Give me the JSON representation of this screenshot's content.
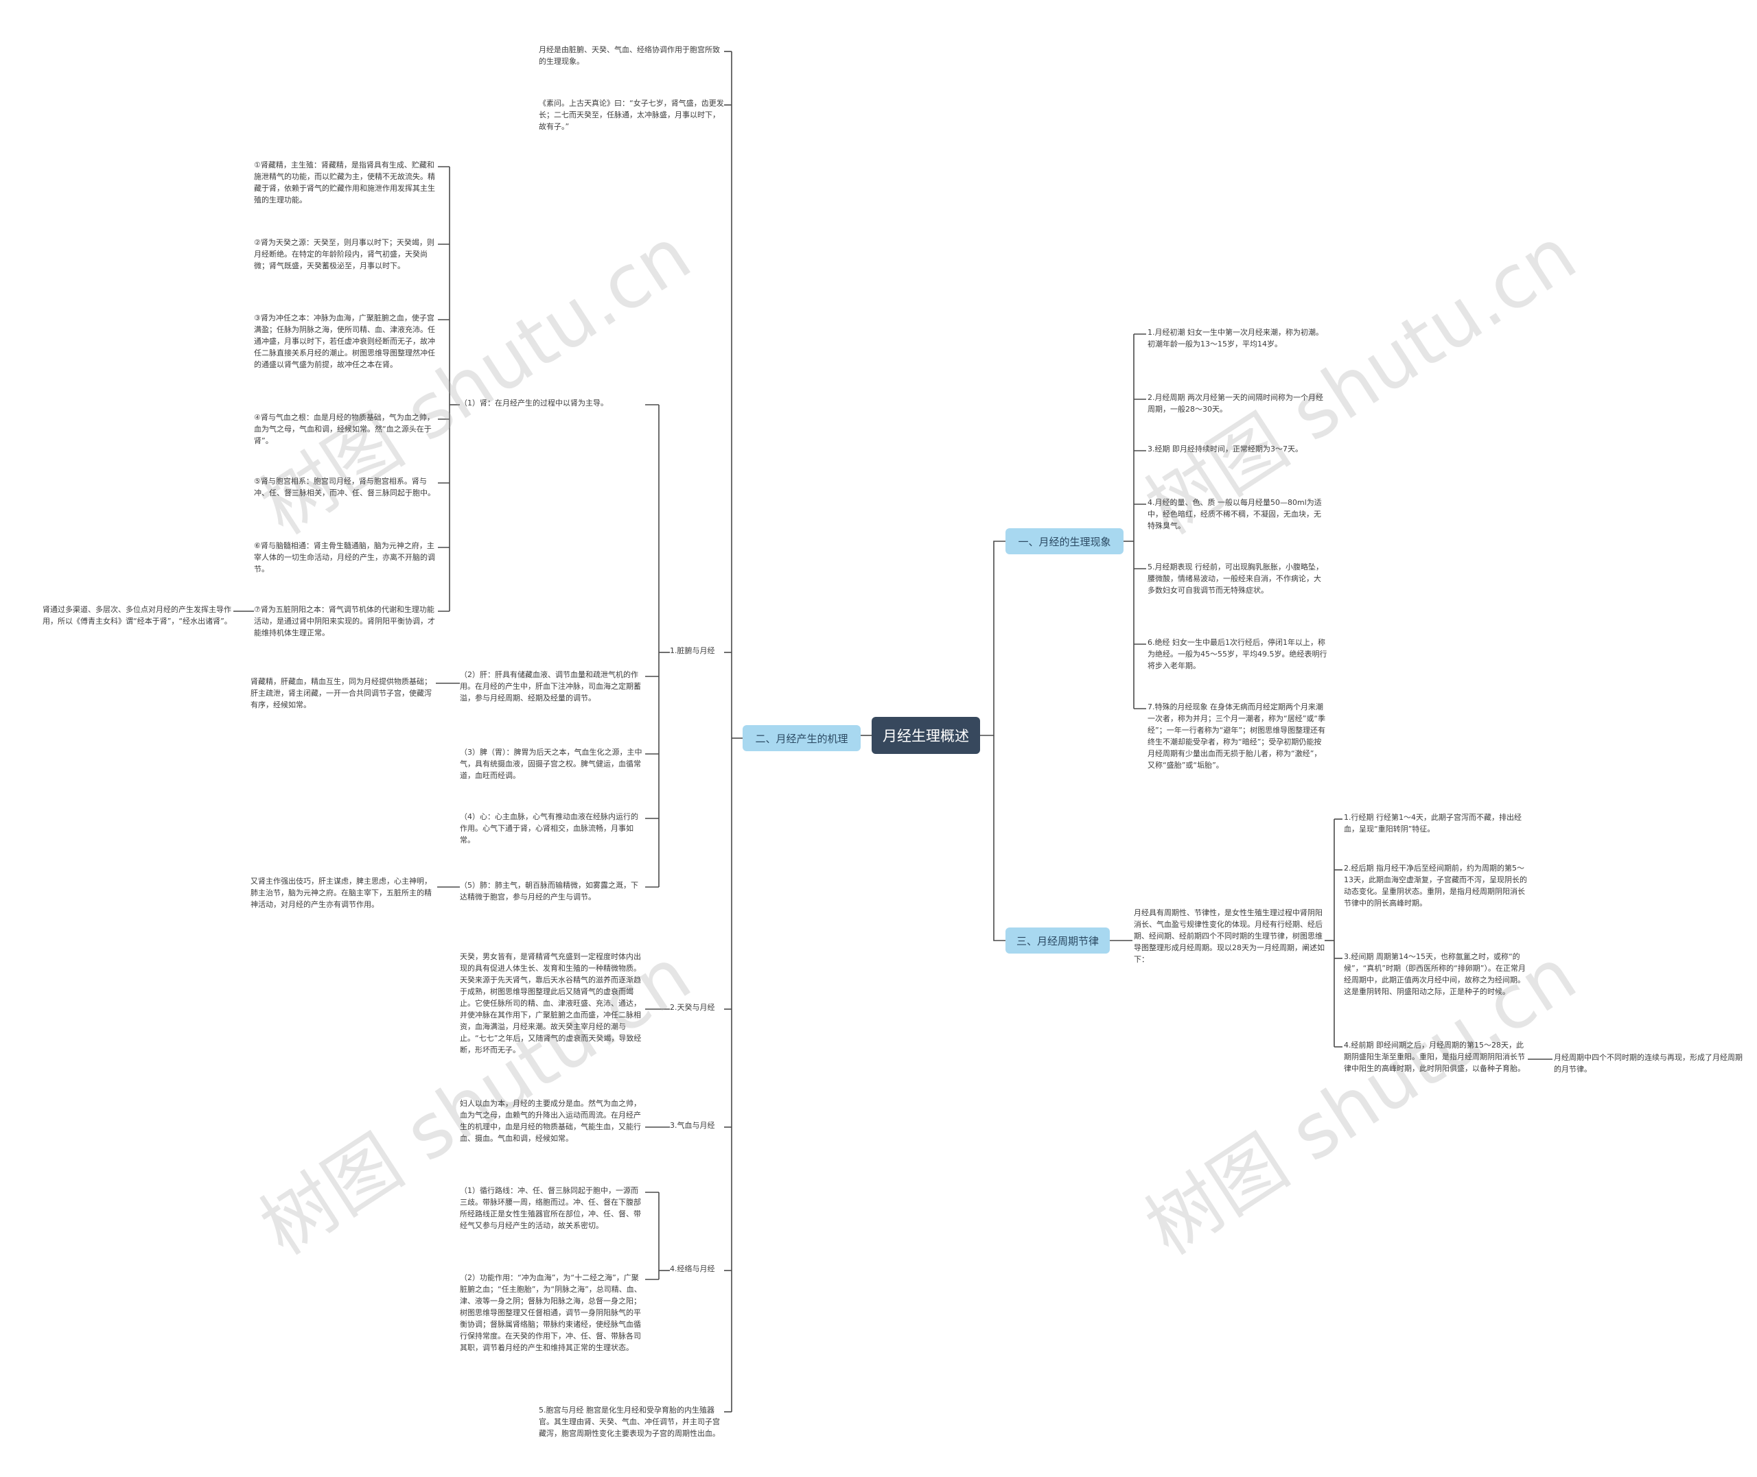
{
  "root": "月经生理概述",
  "branches": {
    "b1": "一、月经的生理现象",
    "b2": "二、月经产生的机理",
    "b3": "三、月经周期节律"
  },
  "b1_items": [
    "1.月经初潮 妇女一生中第一次月经来潮，称为初潮。初潮年龄一般为13～15岁，平均14岁。",
    "2.月经周期 两次月经第一天的间隔时间称为一个月经周期，一般28～30天。",
    "3.经期 即月经持续时间，正常经期为3～7天。",
    "4.月经的量、色、质 一般以每月经量50—80ml为适中，经色暗红，经质不稀不稠，不凝固，无血块，无特殊臭气。",
    "5.月经期表现 行经前，可出现胸乳胀胀，小腹略坠，腰微酸，情绪易波动，一般经来自消，不作病论，大多数妇女可自我调节而无特殊症状。",
    "6.绝经 妇女一生中最后1次行经后，停闭1年以上，称为绝经。一般为45～55岁，平均49.5岁。绝经表明行将步入老年期。",
    "7.特殊的月经现象 在身体无病而月经定期两个月来潮一次者，称为并月；三个月一潮者，称为“居经”或“季经”；一年一行者称为“避年”；树图思维导图整理还有终生不潮却能受孕者，称为“暗经”；受孕初期仍能按月经周期有少量出血而无损于胎儿者，称为“激经”，又称“盛胎”或“垢胎”。"
  ],
  "b3_intro": "月经具有周期性、节律性，是女性生殖生理过程中肾阴阳消长、气血盈亏规律性变化的体现。月经有行经期、经后期、经间期、经前期四个不同时期的生理节律，树图思维导图整理形成月经周期。现以28天为一月经周期，阐述如下：",
  "b3_items": [
    "1.行经期 行经第1～4天，此期子宫泻而不藏，排出经血，呈现“重阳转阴”特征。",
    "2.经后期 指月经干净后至经间期前，约为周期的第5～13天，此期血海空虚渐复，子宫藏而不泻，呈现阴长的动态变化。呈重阴状态。重阴，是指月经周期阴阳消长节律中的阴长高峰时期。",
    "3.经间期 周期第14～15天，也称氤氲之时，或称“的候”，“真机”时期（即西医所称的“排卵期”）。在正常月经周期中，此期正值两次月经中间，故称之为经间期。这是重阴转阳、阴盛阳动之际，正是种子的时候。",
    "4.经前期 即经间期之后，月经周期的第15～28天，此期阴盛阳生渐至重阳。重阳，是指月经周期阴阳消长节律中阳生的高峰时期，此时阴阳俱盛，以备种子育胎。"
  ],
  "b3_item4_note": "月经周期中四个不同时期的连续与再现，形成了月经周期的月节律。",
  "b2_top": [
    "月经是由脏腑、天癸、气血、经络协调作用于胞宫所致的生理现象。",
    "《素问。上古天真论》曰：“女子七岁，肾气盛，齿更发长；二七而天癸至，任脉通，太冲脉盛，月事以时下，故有子。”"
  ],
  "b2_sub": {
    "s1": "1.脏腑与月经",
    "s2": "2.天癸与月经",
    "s3": "3.气血与月经",
    "s4": "4.经络与月经",
    "s5": "5.胞宫与月经 胞宫是化生月经和受孕育胎的内生殖器官。其生理由肾、天癸、气血、冲任调节，并主司子宫藏泻，胞宫周期性变化主要表现为子宫的周期性出血。"
  },
  "zangfu": {
    "kidney": "（1）肾：在月经产生的过程中以肾为主导。",
    "kidney_items": [
      "①肾藏精，主生殖：肾藏精，是指肾具有生成、贮藏和施泄精气的功能，而以贮藏为主，使精不无故流失。精藏于肾，依赖于肾气的贮藏作用和施泄作用发挥其主生殖的生理功能。",
      "②肾为天癸之源：天癸至，则月事以时下；天癸竭，则月经断绝。在特定的年龄阶段内，肾气初盛，天癸尚微；肾气既盛，天癸蓄极泌至，月事以时下。",
      "③肾为冲任之本：冲脉为血海，广聚脏腑之血，使子宫满盈；任脉为阴脉之海，使所司精、血、津液充沛。任通冲盛，月事以时下，若任虚冲衰则经断而无子，故冲任二脉直接关系月经的潮止。树图思维导图整理然冲任的通盛以肾气盛为前提，故冲任之本在肾。",
      "④肾与气血之根：血是月经的物质基础，气为血之帅，血为气之母，气血和调，经候如常。然“血之源头在于肾”。",
      "⑤肾与胞宫相系：胞宫司月经，肾与胞宫相系。肾与冲、任、督三脉相关，而冲、任、督三脉同起于胞中。",
      "⑥肾与脑髓相通：肾主骨生髓通脑，脑为元神之府，主宰人体的一切生命活动，月经的产生，亦离不开脑的调节。",
      "⑦肾为五脏阴阳之本：肾气调节机体的代谢和生理功能活动，是通过肾中阴阳来实现的。肾阴阳平衡协调，才能维持机体生理正常。"
    ],
    "kidney_note": "肾通过多渠道、多层次、多位点对月经的产生发挥主导作用，所以《傅青主女科》谓“经本于肾”，“经水出诸肾”。",
    "liver": "（2）肝：肝具有储藏血液、调节血量和疏泄气机的作用。在月经的产生中，肝血下注冲脉，司血海之定期蓄溢，参与月经周期、经期及经量的调节。",
    "liver_note": "肾藏精，肝藏血，精血互生，同为月经提供物质基础；肝主疏泄，肾主闭藏，一开一合共同调节子宫，使藏泻有序，经候如常。",
    "spleen": "（3）脾（胃）：脾胃为后天之本，气血生化之源，主中气，具有统摄血液，固摄子宫之权。脾气健运，血循常道，血旺而经调。",
    "heart": "（4）心：心主血脉，心气有推动血液在经脉内运行的作用。心气下通于肾，心肾相交，血脉流畅，月事如常。",
    "lung": "（5）肺：肺主气，朝百脉而输精微，如雾露之溉，下达精微于胞宫，参与月经的产生与调节。",
    "lung_note": "又肾主作强出伎巧，肝主谋虑，脾主思虑，心主神明，肺主治节，脑为元神之府。在脑主宰下，五脏所主的精神活动，对月经的产生亦有调节作用。"
  },
  "tiangui": "天癸，男女皆有，是肾精肾气充盛到一定程度时体内出现的具有促进人体生长、发育和生殖的一种精微物质。天癸来源于先天肾气，靠后天水谷精气的滋养而逐渐趋于成熟，树图思维导图整理此后又随肾气的虚衰而竭止。它使任脉所司的精、血、津液旺盛、充沛、通达，并使冲脉在其作用下，广聚脏腑之血而盛，冲任二脉相资，血海满溢，月经来潮。故天癸主宰月经的潮与止。“七七”之年后，又随肾气的虚衰而天癸竭，导致经断，形坏而无子。",
  "qixue": "妇人以血为本，月经的主要成分是血。然气为血之帅，血为气之母，血赖气的升降出入运动而周流。在月经产生的机理中，血是月经的物质基础，气能生血，又能行血、摄血。气血和调，经候如常。",
  "jingluo": [
    "（1）循行路线：冲、任、督三脉同起于胞中，一源而三歧。带脉环腰一周，络胞而过。冲、任、督在下腹部所经路线正是女性生殖器官所在部位，冲、任、督、带经气又参与月经产生的活动，故关系密切。",
    "（2）功能作用：“冲为血海”，为“十二经之海”，广聚脏腑之血；“任主胞胎”，为“阴脉之海”，总司精、血、津、液等一身之阴；督脉为阳脉之海，总督一身之阳；树图思维导图整理又任督相通，调节一身阴阳脉气的平衡协调；督脉属肾络脑；带脉约束诸经，使经脉气血循行保持常度。在天癸的作用下，冲、任、督、带脉各司其职，调节着月经的产生和维持其正常的生理状态。"
  ],
  "watermark": "树图 shutu.cn",
  "colors": {
    "root_bg": "#37485d",
    "branch_bg": "#a8d8f0",
    "line": "#4a4a4a"
  }
}
